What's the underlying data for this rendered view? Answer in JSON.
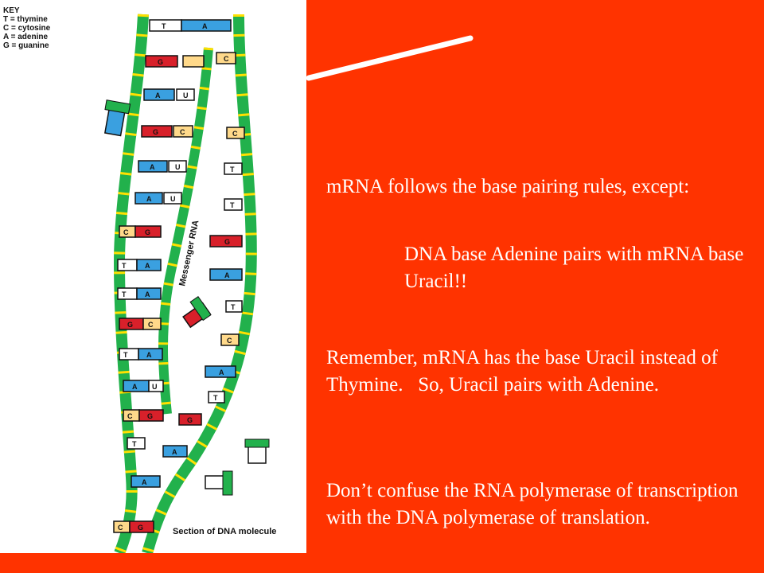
{
  "key": {
    "title": "KEY",
    "entries": [
      "T  =  thymine",
      "C = cytosine",
      "A = adenine",
      "G = guanine"
    ]
  },
  "diagram": {
    "caption": "Section of DNA molecule",
    "rna_label": "Messenger RNA",
    "colors": {
      "thymine": "#ffffff",
      "cytosine": "#ffd98a",
      "adenine": "#3aa0e0",
      "guanine": "#d8202a",
      "backbone": "#22b14c",
      "rna_backbone": "#22b14c"
    }
  },
  "content": {
    "p1": "mRNA follows the base pairing rules, except:",
    "p2": "DNA base Adenine pairs with mRNA base Uracil!!",
    "p3": "Remember, mRNA has the base Uracil instead of       Thymine.   So, Uracil pairs with Adenine.",
    "p4": "Don’t confuse the RNA polymerase of transcription with the DNA polymerase of translation."
  }
}
